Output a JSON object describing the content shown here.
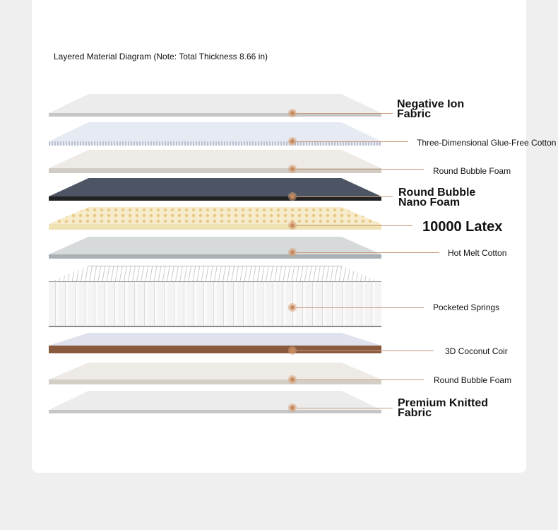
{
  "title": "Layered Material Diagram (Note: Total Thickness 8.66 in)",
  "layers": [
    {
      "name": "negative-ion-fabric",
      "label": "Negative Ion\nFabric",
      "color": "#ececec"
    },
    {
      "name": "three-dimensional-glue-free-cotton",
      "label": "Three-Dimensional Glue-Free Cotton",
      "color": "#e6eaf2"
    },
    {
      "name": "round-bubble-foam-top",
      "label": "Round Bubble Foam",
      "color": "#eeebe6"
    },
    {
      "name": "round-bubble-nano-foam",
      "label": "Round Bubble\nNano Foam",
      "color": "#4d5564"
    },
    {
      "name": "latex",
      "label": "10000 Latex",
      "color": "#f6eccb"
    },
    {
      "name": "hot-melt-cotton",
      "label": "Hot Melt Cotton",
      "color": "#d6dada"
    },
    {
      "name": "pocketed-springs",
      "label": "Pocketed Springs",
      "color": "#f4f4f4"
    },
    {
      "name": "3d-coconut-coir",
      "label": "3D Coconut Coir",
      "color": "#dfe2ec"
    },
    {
      "name": "round-bubble-foam-bottom",
      "label": "Round Bubble Foam",
      "color": "#eeebe6"
    },
    {
      "name": "premium-knitted-fabric",
      "label": "Premium Knitted\nFabric",
      "color": "#ececec"
    }
  ],
  "accent": "#c98a5c"
}
